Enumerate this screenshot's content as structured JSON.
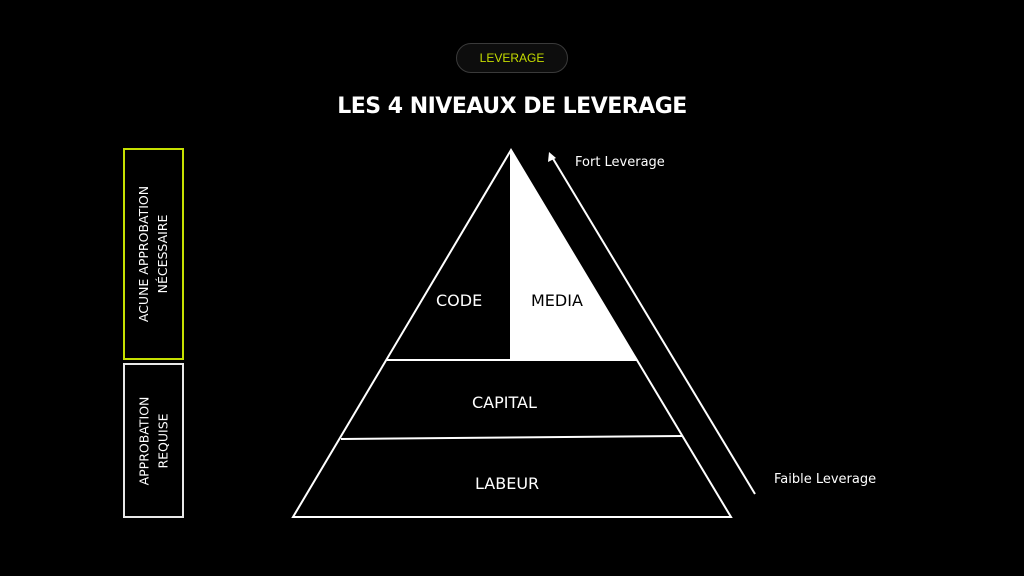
{
  "badge": "LEVERAGE",
  "title": "LES 4 NIVEAUX DE LEVERAGE",
  "side_boxes": [
    {
      "label_lines": [
        "ACUNE APPROBATION",
        "NÉCESSAIRE"
      ]
    },
    {
      "label_lines": [
        "APPROBATION",
        "REQUISE"
      ]
    }
  ],
  "pyramid": {
    "code": "CODE",
    "media": "MEDIA",
    "capital": "CAPITAL",
    "labeur": "LABEUR"
  },
  "arrow": {
    "top": "Fort Leverage",
    "bottom": "Faible Leverage"
  },
  "colors": {
    "accent": "#c6e000",
    "background": "#000000"
  }
}
